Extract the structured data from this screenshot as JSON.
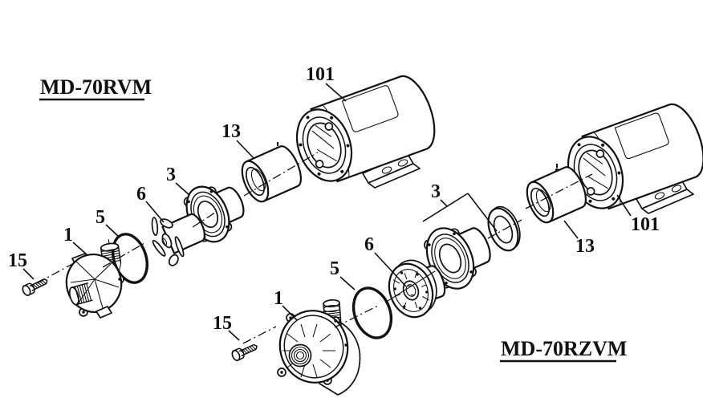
{
  "diagram": {
    "background": "#ffffff",
    "ink_color": "#111111",
    "assemblies": [
      {
        "title": "MD-70RVM",
        "labels": {
          "motor": "101",
          "magnet": "13",
          "bracket": "3",
          "impeller": "6",
          "o_ring": "5",
          "pump_casing": "1",
          "bolt": "15"
        }
      },
      {
        "title": "MD-70RZVM",
        "labels": {
          "bracket": "3",
          "impeller": "6",
          "o_ring": "5",
          "pump_casing": "1",
          "bolt": "15",
          "magnet": "13",
          "motor": "101"
        }
      }
    ]
  }
}
